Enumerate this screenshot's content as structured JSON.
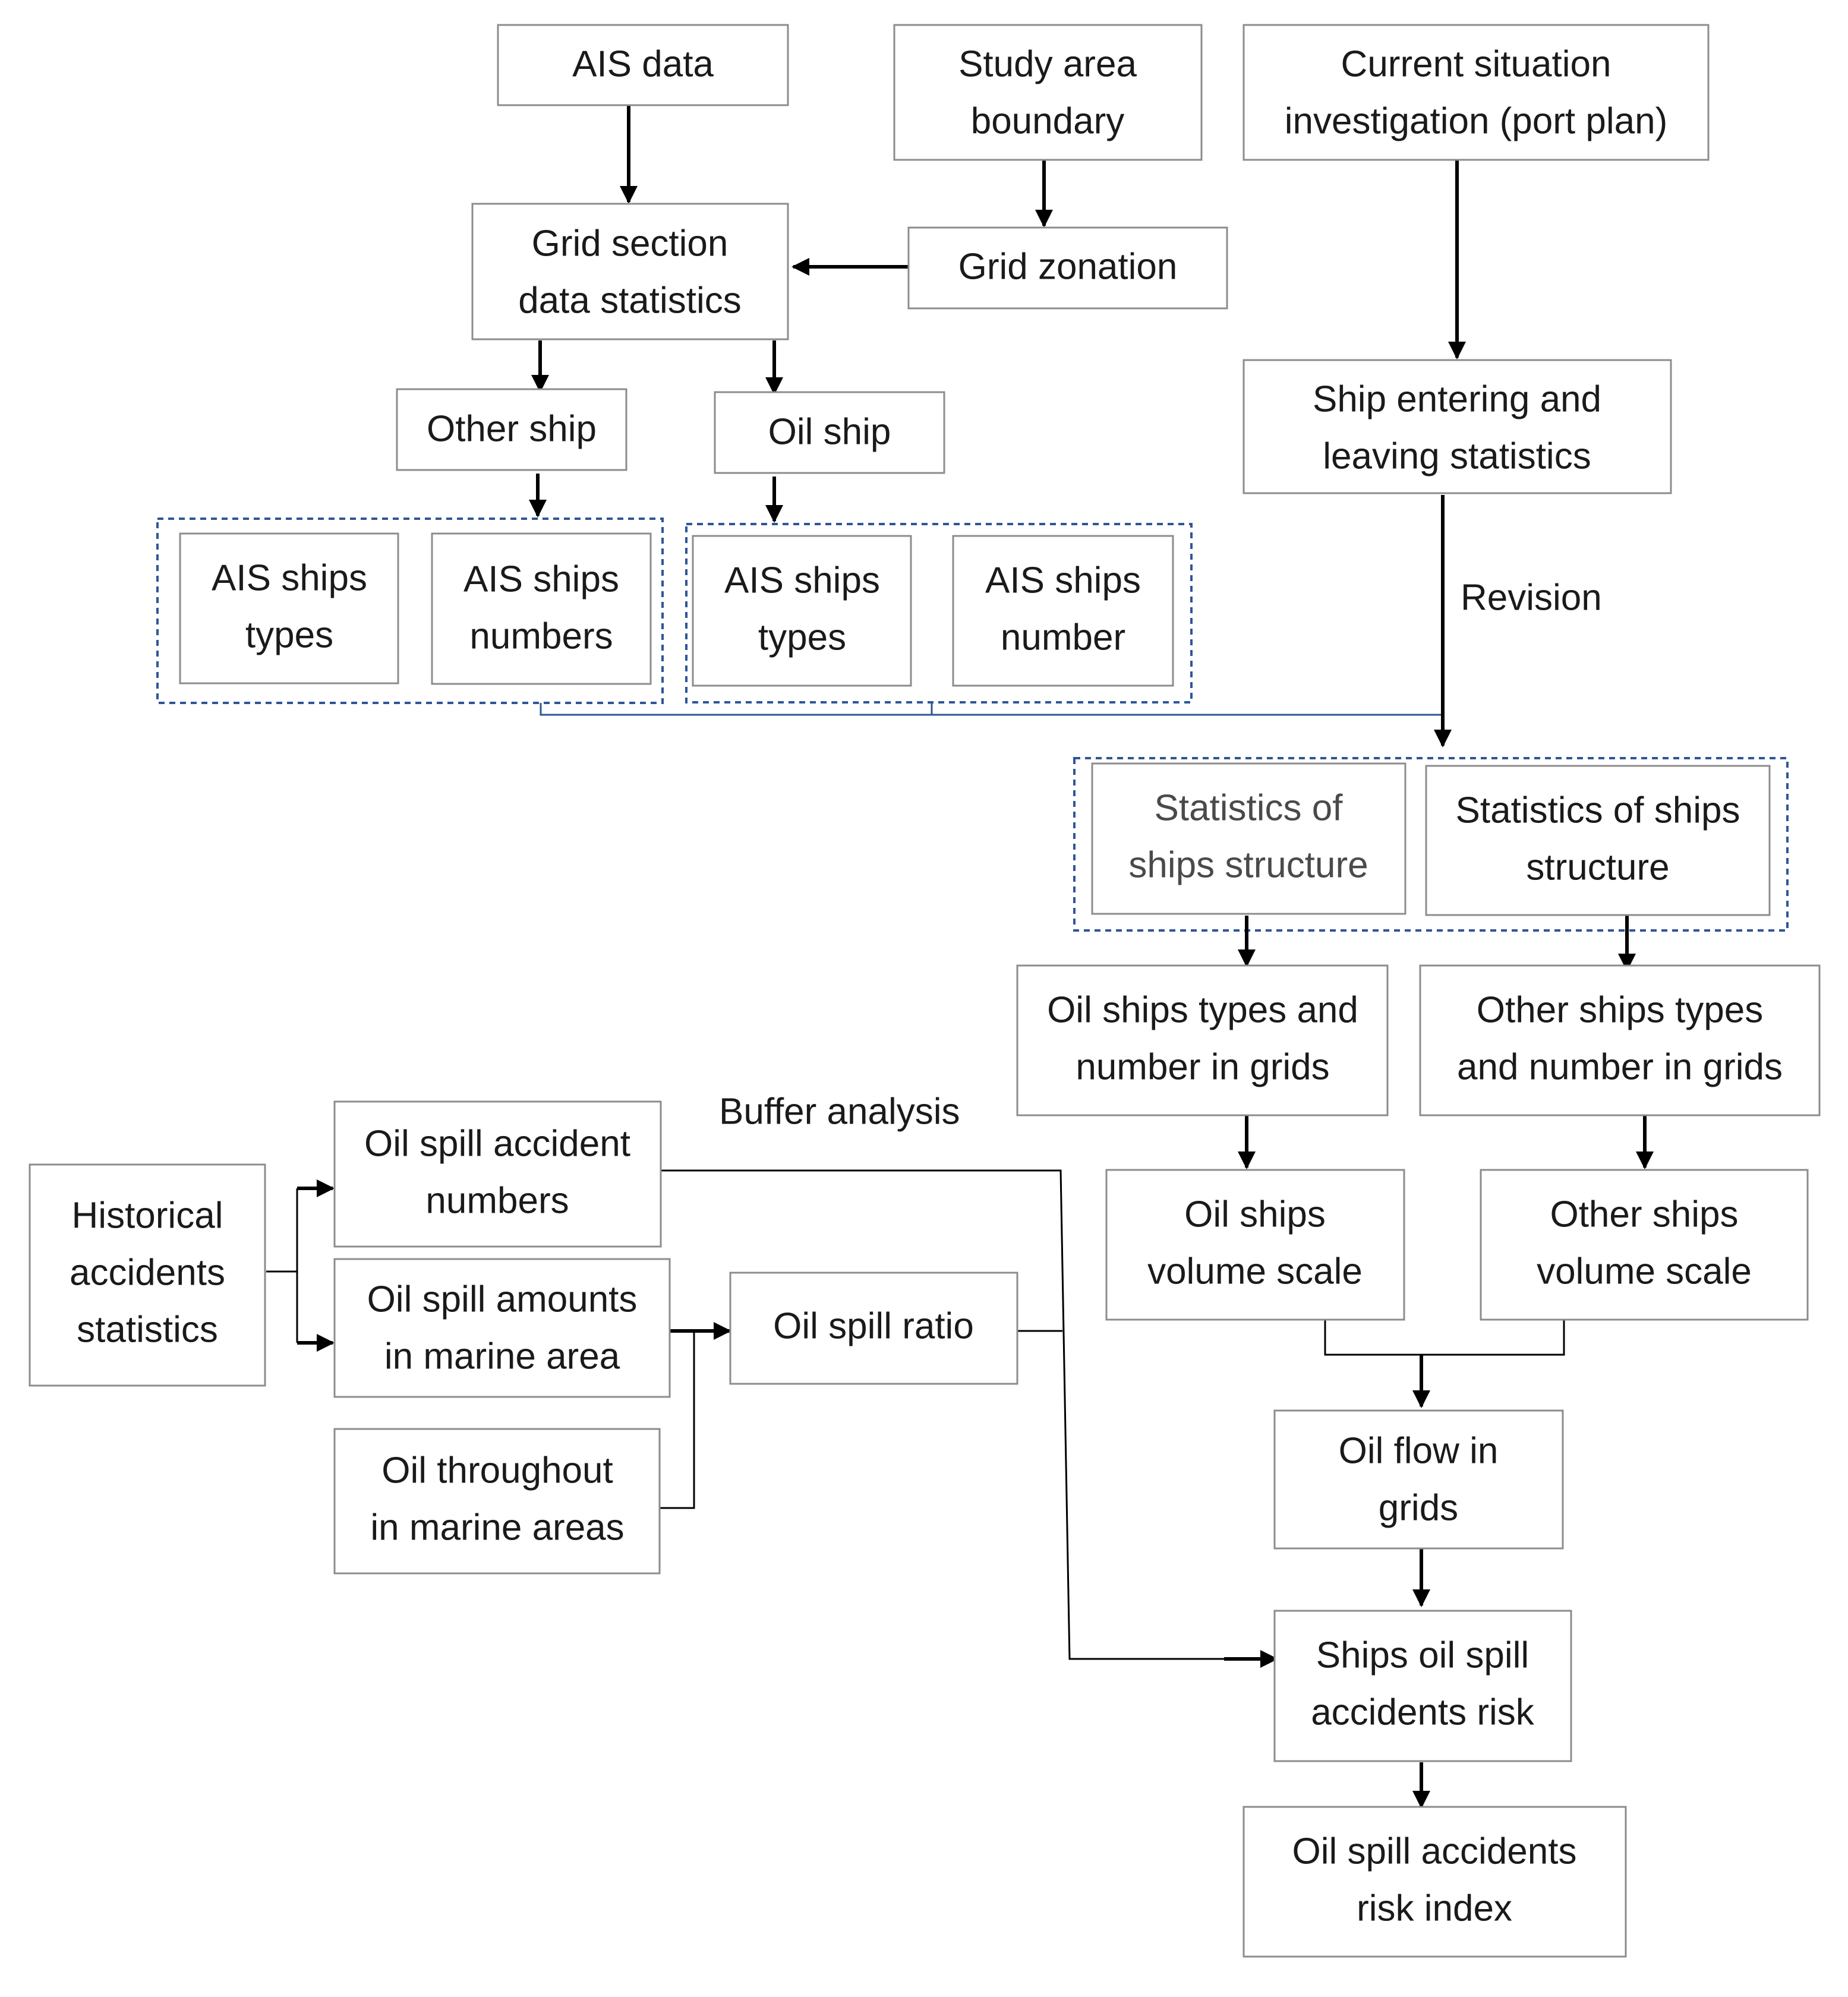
{
  "nodes": {
    "ais_data": [
      "AIS data"
    ],
    "study_area": [
      "Study area",
      "boundary"
    ],
    "current_situation": [
      "Current situation",
      "investigation (port plan)"
    ],
    "grid_section": [
      "Grid section",
      "data statistics"
    ],
    "grid_zonation": [
      "Grid zonation"
    ],
    "ship_entering": [
      "Ship entering and",
      "leaving statistics"
    ],
    "other_ship": [
      "Other ship"
    ],
    "oil_ship": [
      "Oil ship"
    ],
    "other_ais_types": [
      "AIS ships",
      "types"
    ],
    "other_ais_numbers": [
      "AIS ships",
      "numbers"
    ],
    "oil_ais_types": [
      "AIS ships",
      "types"
    ],
    "oil_ais_number": [
      "AIS ships",
      "number"
    ],
    "stats_structure_a": [
      "Statistics of",
      "ships structure"
    ],
    "stats_structure_b": [
      "Statistics of ships",
      "structure"
    ],
    "oil_types_grids": [
      "Oil ships types and",
      "number in grids"
    ],
    "other_types_grids": [
      "Other ships types",
      "and number in grids"
    ],
    "oil_volume": [
      "Oil ships",
      "volume scale"
    ],
    "other_volume": [
      "Other ships",
      "volume scale"
    ],
    "historical": [
      "Historical",
      "accidents",
      "statistics"
    ],
    "spill_numbers": [
      "Oil spill accident",
      "numbers"
    ],
    "spill_amounts": [
      "Oil spill amounts",
      "in marine area"
    ],
    "spill_ratio": [
      "Oil spill ratio"
    ],
    "throughout": [
      "Oil throughout",
      "in marine areas"
    ],
    "oil_flow": [
      "Oil flow in",
      "grids"
    ],
    "risk": [
      "Ships oil spill",
      "accidents risk"
    ],
    "risk_index": [
      "Oil spill accidents",
      "risk index"
    ]
  },
  "edge_labels": {
    "revision": "Revision",
    "buffer": "Buffer analysis"
  },
  "colors": {
    "group_frame": "#2f5597",
    "box_border": "#8c8c8c",
    "arrow": "#000000",
    "text": "#1a1a1a"
  }
}
